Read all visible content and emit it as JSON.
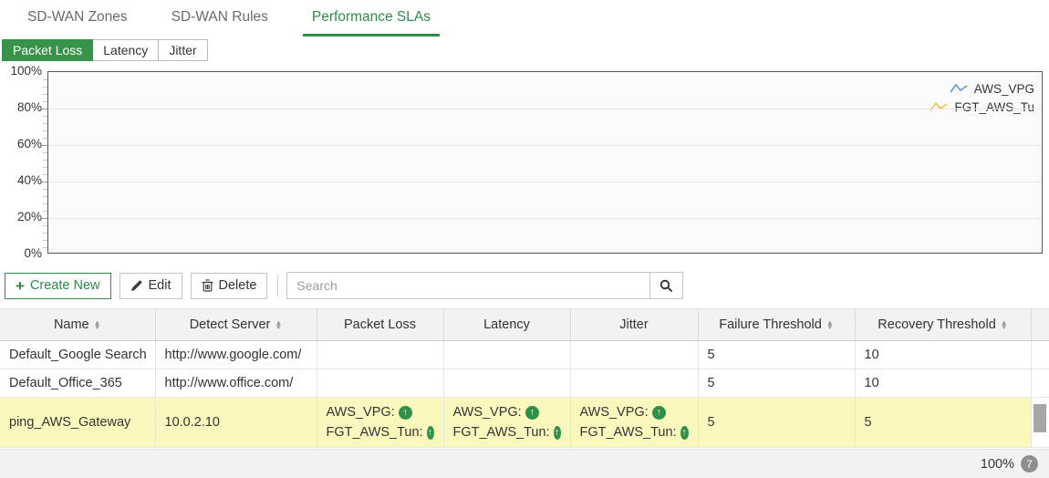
{
  "colors": {
    "accent_green": "#2d8c46",
    "chip_green": "#38934a",
    "highlight_yellow": "#fbf8bd",
    "legend_blue": "#5b9bd5",
    "legend_yellow": "#f2c14a",
    "status_up_green": "#2f9147"
  },
  "tabs": [
    {
      "label": "SD-WAN Zones",
      "active": false
    },
    {
      "label": "SD-WAN Rules",
      "active": false
    },
    {
      "label": "Performance SLAs",
      "active": true
    }
  ],
  "metric_tabs": [
    {
      "label": "Packet Loss",
      "active": true
    },
    {
      "label": "Latency",
      "active": false
    },
    {
      "label": "Jitter",
      "active": false
    }
  ],
  "chart_data": {
    "type": "line",
    "title": "",
    "xlabel": "",
    "ylabel": "",
    "ylim": [
      0,
      100
    ],
    "y_tick_labels": [
      "100%",
      "80%",
      "60%",
      "40%",
      "20%",
      "0%"
    ],
    "y_tick_values": [
      100,
      80,
      60,
      40,
      20,
      0
    ],
    "grid": true,
    "legend_position": "top-right",
    "x": [],
    "series": [
      {
        "name": "AWS_VPG",
        "color": "#5b9bd5",
        "values": []
      },
      {
        "name": "FGT_AWS_Tu",
        "color": "#f2c14a",
        "values": []
      }
    ]
  },
  "toolbar": {
    "create_label": "Create New",
    "edit_label": "Edit",
    "delete_label": "Delete",
    "search_placeholder": "Search",
    "search_value": ""
  },
  "table": {
    "columns": [
      {
        "label": "Name",
        "sortable": true
      },
      {
        "label": "Detect Server",
        "sortable": true
      },
      {
        "label": "Packet Loss",
        "sortable": false
      },
      {
        "label": "Latency",
        "sortable": false
      },
      {
        "label": "Jitter",
        "sortable": false
      },
      {
        "label": "Failure Threshold",
        "sortable": true
      },
      {
        "label": "Recovery Threshold",
        "sortable": true
      }
    ],
    "rows": [
      {
        "name": "Default_Google Search",
        "detect_server": "http://www.google.com/",
        "packet_loss_members": [],
        "latency_members": [],
        "jitter_members": [],
        "failure_threshold": "5",
        "recovery_threshold": "10",
        "highlighted": false
      },
      {
        "name": "Default_Office_365",
        "detect_server": "http://www.office.com/",
        "packet_loss_members": [],
        "latency_members": [],
        "jitter_members": [],
        "failure_threshold": "5",
        "recovery_threshold": "10",
        "highlighted": false
      },
      {
        "name": "ping_AWS_Gateway",
        "detect_server": "10.0.2.10",
        "packet_loss_members": [
          "AWS_VPG:",
          "FGT_AWS_Tun:"
        ],
        "latency_members": [
          "AWS_VPG:",
          "FGT_AWS_Tun:"
        ],
        "jitter_members": [
          "AWS_VPG:",
          "FGT_AWS_Tun:"
        ],
        "failure_threshold": "5",
        "recovery_threshold": "5",
        "highlighted": true
      }
    ]
  },
  "footer": {
    "zoom_level": "100%",
    "badge_count": "7"
  }
}
